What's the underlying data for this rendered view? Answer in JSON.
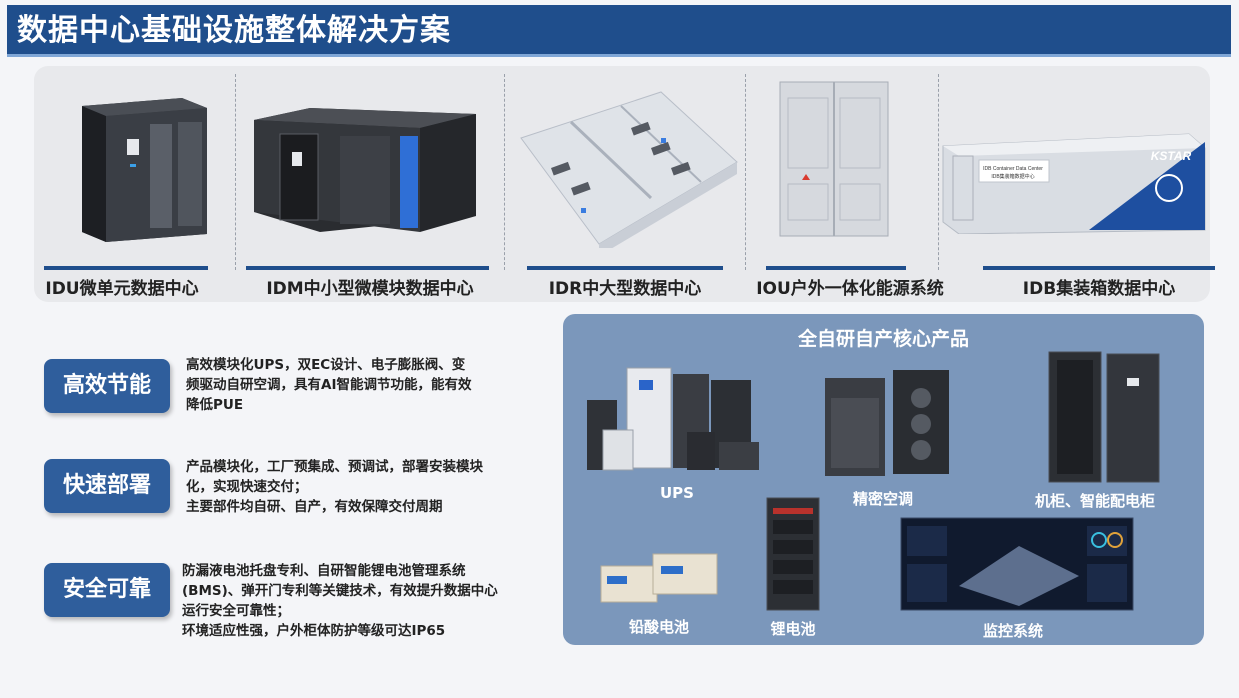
{
  "title": "数据中心基础设施整体解决方案",
  "products": [
    {
      "label": "IDU微单元数据中心"
    },
    {
      "label": "IDM中小型微模块数据中心"
    },
    {
      "label": "IDR中大型数据中心"
    },
    {
      "label": "IOU户外一体化能源系统"
    },
    {
      "label": "IDB集装箱数据中心"
    }
  ],
  "idb_art": {
    "brand": "KSTAR",
    "sign_line1": "IDB Container Data Center",
    "sign_line2": "IDB集装箱数据中心"
  },
  "features": [
    {
      "badge": "高效节能",
      "lines": [
        "高效模块化UPS，双EC设计、电子膨胀阀、变",
        "频驱动自研空调，具有AI智能调节功能，能有效",
        "降低PUE"
      ]
    },
    {
      "badge": "快速部署",
      "lines": [
        "产品模块化，工厂预集成、预调试，部署安装模块",
        "化，实现快速交付；",
        "主要部件均自研、自产，有效保障交付周期"
      ]
    },
    {
      "badge": "安全可靠",
      "lines": [
        "防漏液电池托盘专利、自研智能锂电池管理系统",
        "(BMS)、弹开门专利等关键技术，有效提升数据中心",
        "运行安全可靠性；",
        "环境适应性强，户外柜体防护等级可达IP65"
      ]
    }
  ],
  "core": {
    "title": "全自研自产核心产品",
    "items": [
      {
        "label": "UPS"
      },
      {
        "label": "精密空调"
      },
      {
        "label": "机柜、智能配电柜"
      },
      {
        "label": "铅酸电池"
      },
      {
        "label": "锂电池"
      },
      {
        "label": "监控系统"
      }
    ]
  }
}
